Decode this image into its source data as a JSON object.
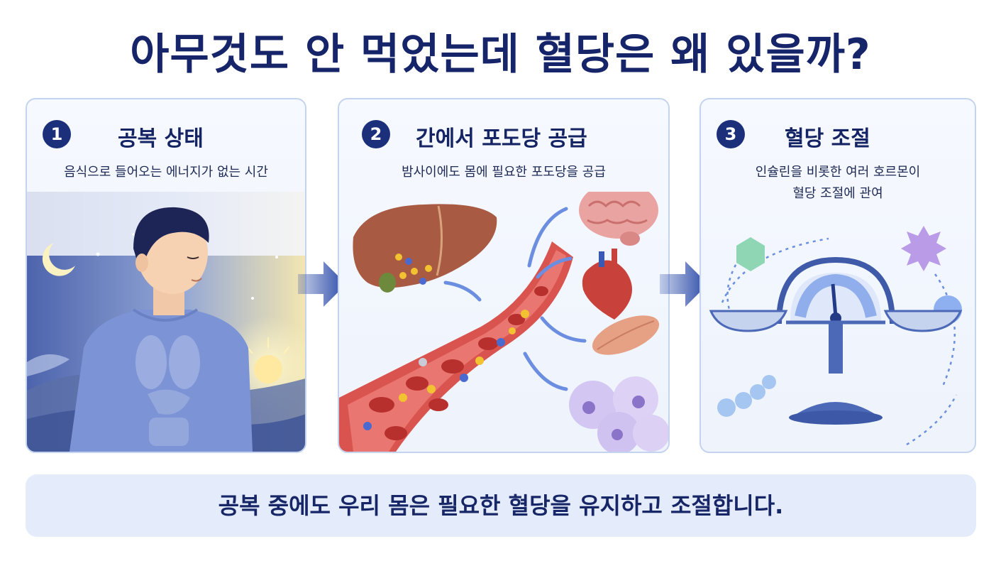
{
  "title": "아무것도 안 먹었는데 혈당은 왜 있을까?",
  "panels": [
    {
      "number": "1",
      "title": "공복 상태",
      "desc": [
        "음식으로 들어오는 에너지가 없는 시간"
      ]
    },
    {
      "number": "2",
      "title": "간에서 포도당 공급",
      "desc": [
        "밤사이에도 몸에 필요한 포도당을 공급"
      ]
    },
    {
      "number": "3",
      "title": "혈당 조절",
      "desc": [
        "인슐린을 비롯한 여러 호르몬이",
        "혈당 조절에 관여"
      ]
    }
  ],
  "summary": "공복 중에도 우리 몸은 필요한 혈당을 유지하고 조절합니다.",
  "colors": {
    "accent": "#1c2f7a",
    "panel_border": "#c4d4ef",
    "summary_bg": "#e4ecfb"
  }
}
